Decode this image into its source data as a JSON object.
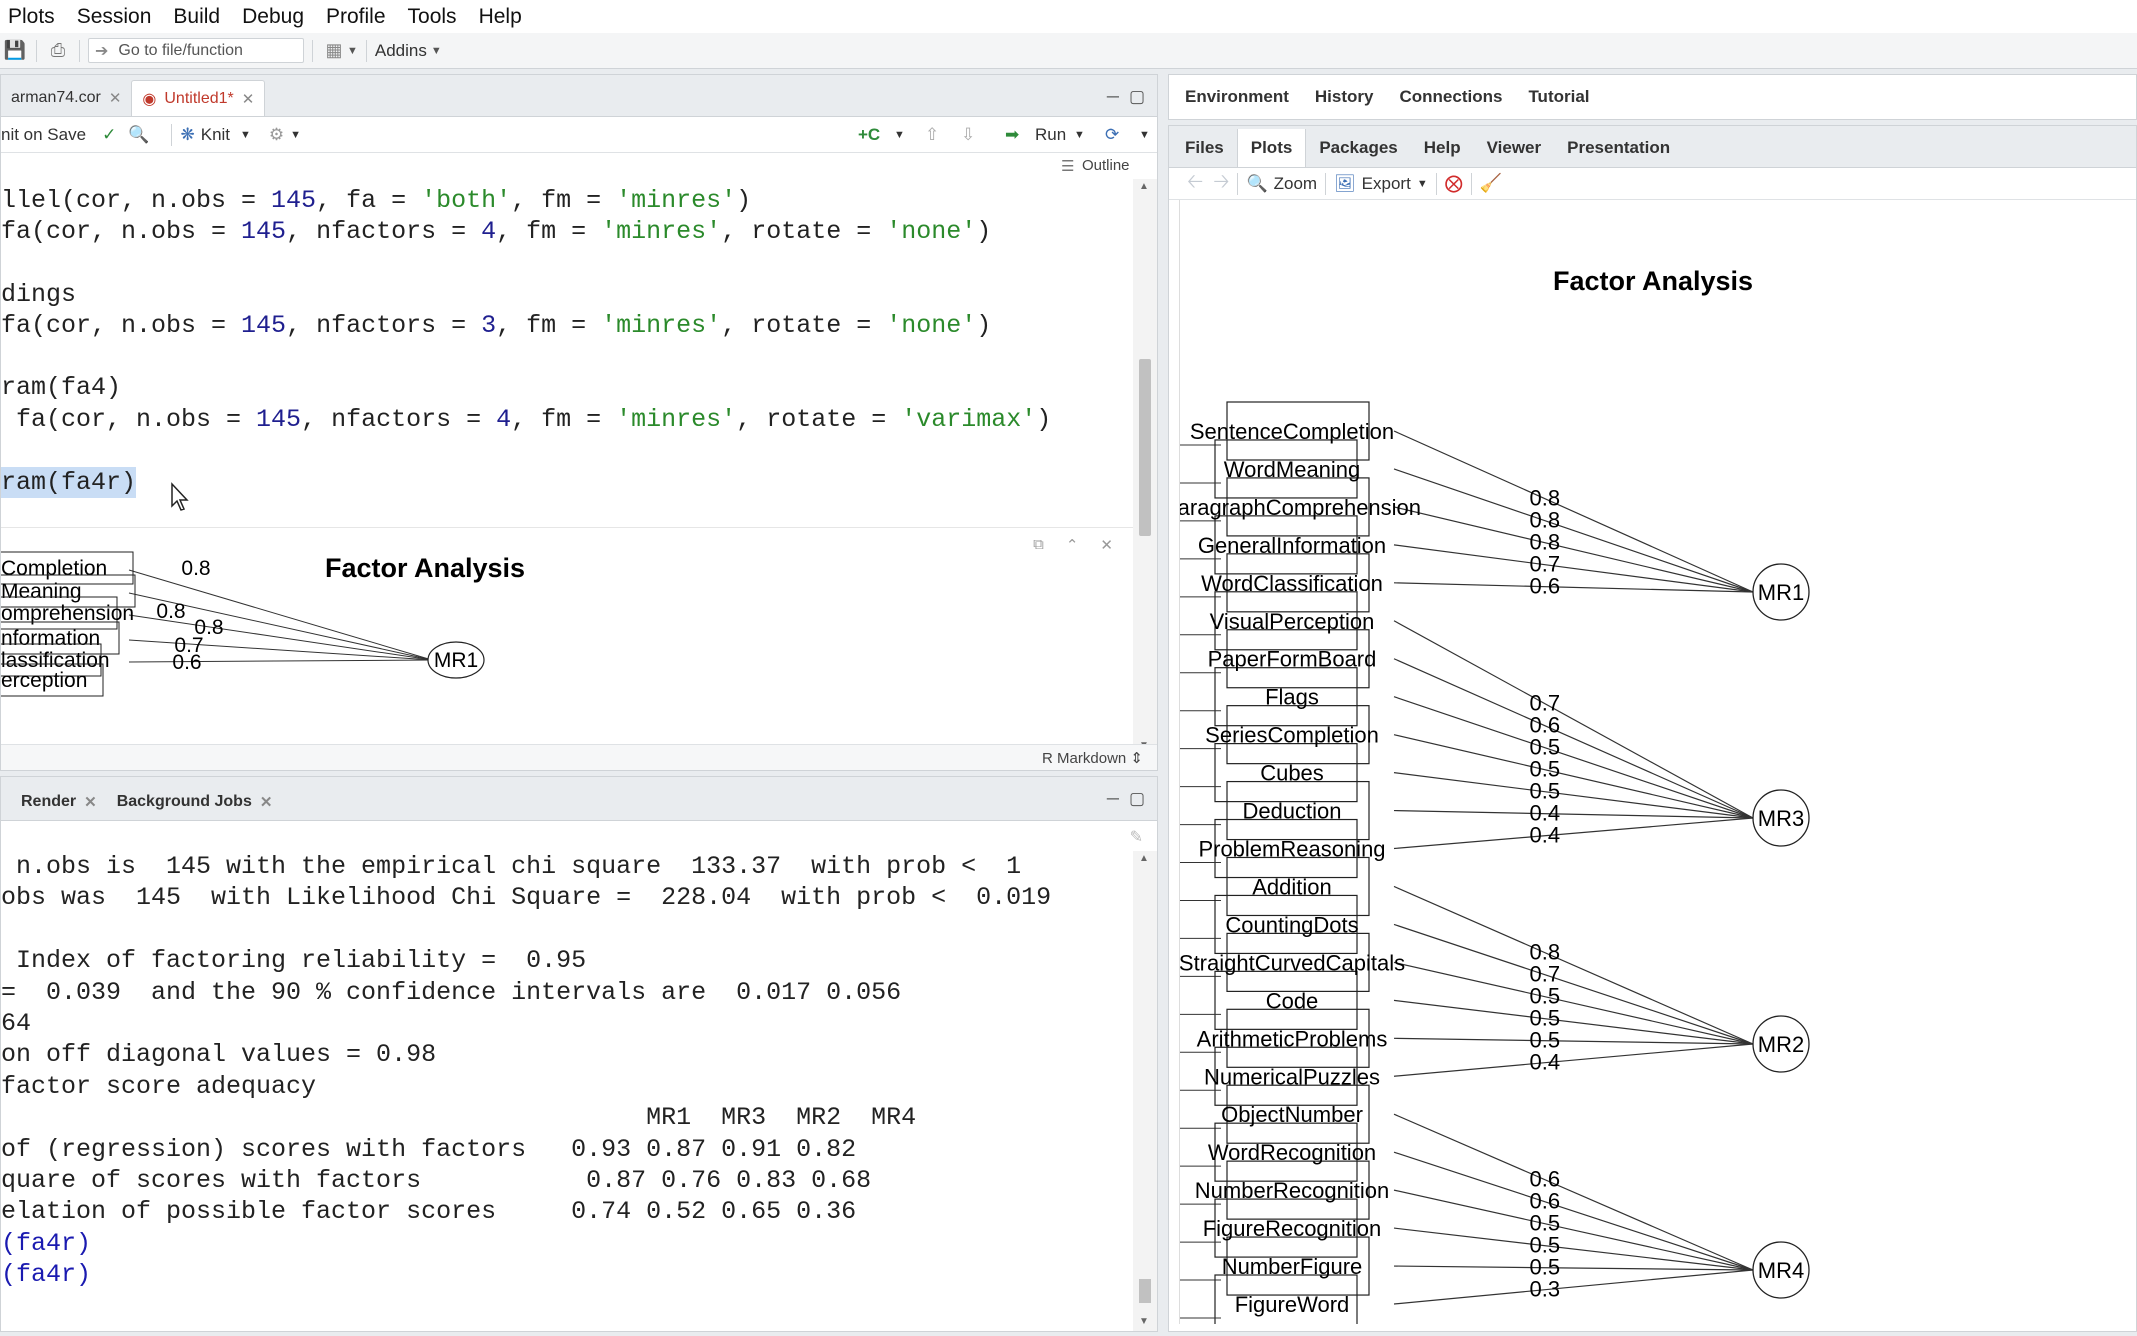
{
  "menu": [
    "Plots",
    "Session",
    "Build",
    "Debug",
    "Profile",
    "Tools",
    "Help"
  ],
  "toolbar": {
    "goto_placeholder": "Go to file/function",
    "addins_label": "Addins"
  },
  "editor": {
    "tabs": [
      {
        "label": "arman74.cor"
      },
      {
        "label": "Untitled1*"
      }
    ],
    "toolbar": {
      "source_on_save": "nit on Save",
      "knit_label": "Knit",
      "run_label": "Run"
    },
    "outline_label": "Outline",
    "code_lines": [
      [
        "llel(cor, n.obs = ",
        "145",
        ", fa = ",
        "'both'",
        ", fm = ",
        "'minres'",
        ")"
      ],
      [
        "fa(cor, n.obs = ",
        "145",
        ", nfactors = ",
        "4",
        ", fm = ",
        "'minres'",
        ", rotate = ",
        "'none'",
        ")"
      ],
      [
        ""
      ],
      [
        "dings"
      ],
      [
        "fa(cor, n.obs = ",
        "145",
        ", nfactors = ",
        "3",
        ", fm = ",
        "'minres'",
        ", rotate = ",
        "'none'",
        ")"
      ],
      [
        ""
      ],
      [
        "ram(fa4)"
      ],
      [
        " fa(cor, n.obs = ",
        "145",
        ", nfactors = ",
        "4",
        ", fm = ",
        "'minres'",
        ", rotate = ",
        "'varimax'",
        ")"
      ],
      [
        ""
      ],
      [
        "ram(fa4r)"
      ]
    ],
    "status_mode": "R Markdown"
  },
  "inline_plot": {
    "title": "Factor Analysis",
    "labels": [
      "Completion",
      "Meaning",
      "omprehension",
      "nformation",
      "lassification",
      "erception"
    ],
    "loadings": [
      "0.8",
      "0.8",
      "0.8",
      "0.7",
      "0.6"
    ],
    "factor": "MR1"
  },
  "console": {
    "tabs": [
      {
        "label": "Render"
      },
      {
        "label": "Background Jobs"
      }
    ],
    "lines": [
      " n.obs is  145 with the empirical chi square  133.37  with prob <  1",
      "obs was  145  with Likelihood Chi Square =  228.04  with prob <  0.019",
      "",
      " Index of factoring reliability =  0.95",
      "=  0.039  and the 90 % confidence intervals are  0.017 0.056",
      "64",
      "on off diagonal values = 0.98",
      "factor score adequacy",
      "                                           MR1  MR3  MR2  MR4",
      "of (regression) scores with factors   0.93 0.87 0.91 0.82",
      "quare of scores with factors           0.87 0.76 0.83 0.68",
      "elation of possible factor scores     0.74 0.52 0.65 0.36",
      "(fa4r)",
      "(fa4r)"
    ]
  },
  "env_tabs": [
    "Environment",
    "History",
    "Connections",
    "Tutorial"
  ],
  "plots_tabs": [
    "Files",
    "Plots",
    "Packages",
    "Help",
    "Viewer",
    "Presentation"
  ],
  "plots_toolbar": {
    "zoom": "Zoom",
    "export": "Export"
  },
  "diagram": {
    "title": "Factor Analysis",
    "variables": [
      "SentenceCompletion",
      "WordMeaning",
      "ParagraphComprehension",
      "GeneralInformation",
      "WordClassification",
      "VisualPerception",
      "PaperFormBoard",
      "Flags",
      "SeriesCompletion",
      "Cubes",
      "Deduction",
      "ProblemReasoning",
      "Addition",
      "CountingDots",
      "StraightCurvedCapitals",
      "Code",
      "ArithmeticProblems",
      "NumericalPuzzles",
      "ObjectNumber",
      "WordRecognition",
      "NumberRecognition",
      "FigureRecognition",
      "NumberFigure",
      "FigureWord"
    ],
    "factors": [
      "MR1",
      "MR3",
      "MR2",
      "MR4"
    ],
    "loadings": [
      {
        "variable": "SentenceCompletion",
        "factor": "MR1",
        "value": "0.8"
      },
      {
        "variable": "WordMeaning",
        "factor": "MR1",
        "value": "0.8"
      },
      {
        "variable": "ParagraphComprehension",
        "factor": "MR1",
        "value": "0.8"
      },
      {
        "variable": "GeneralInformation",
        "factor": "MR1",
        "value": "0.7"
      },
      {
        "variable": "WordClassification",
        "factor": "MR1",
        "value": "0.6"
      },
      {
        "variable": "VisualPerception",
        "factor": "MR3",
        "value": "0.7"
      },
      {
        "variable": "PaperFormBoard",
        "factor": "MR3",
        "value": "0.6"
      },
      {
        "variable": "Flags",
        "factor": "MR3",
        "value": "0.5"
      },
      {
        "variable": "SeriesCompletion",
        "factor": "MR3",
        "value": "0.5"
      },
      {
        "variable": "Cubes",
        "factor": "MR3",
        "value": "0.5"
      },
      {
        "variable": "Deduction",
        "factor": "MR3",
        "value": "0.4"
      },
      {
        "variable": "ProblemReasoning",
        "factor": "MR3",
        "value": "0.4"
      },
      {
        "variable": "Addition",
        "factor": "MR2",
        "value": "0.8"
      },
      {
        "variable": "CountingDots",
        "factor": "MR2",
        "value": "0.7"
      },
      {
        "variable": "StraightCurvedCapitals",
        "factor": "MR2",
        "value": "0.5"
      },
      {
        "variable": "Code",
        "factor": "MR2",
        "value": "0.5"
      },
      {
        "variable": "ArithmeticProblems",
        "factor": "MR2",
        "value": "0.5"
      },
      {
        "variable": "NumericalPuzzles",
        "factor": "MR2",
        "value": "0.4"
      },
      {
        "variable": "ObjectNumber",
        "factor": "MR4",
        "value": "0.6"
      },
      {
        "variable": "WordRecognition",
        "factor": "MR4",
        "value": "0.6"
      },
      {
        "variable": "NumberRecognition",
        "factor": "MR4",
        "value": "0.5"
      },
      {
        "variable": "FigureRecognition",
        "factor": "MR4",
        "value": "0.5"
      },
      {
        "variable": "NumberFigure",
        "factor": "MR4",
        "value": "0.5"
      },
      {
        "variable": "FigureWord",
        "factor": "MR4",
        "value": "0.3"
      }
    ]
  }
}
